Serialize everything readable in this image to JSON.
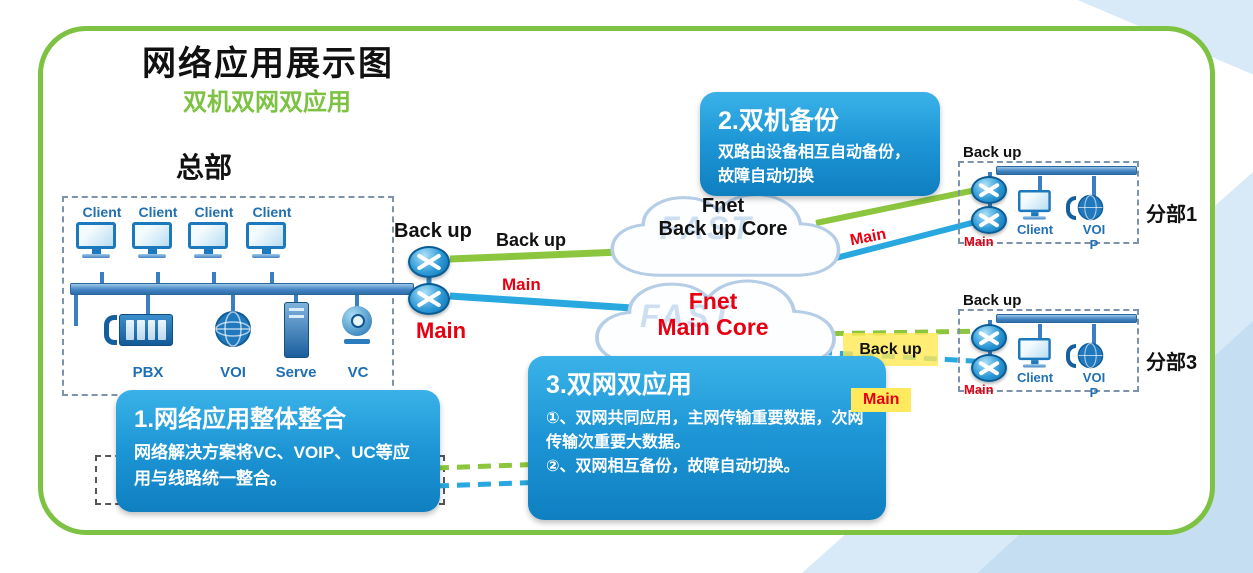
{
  "page": {
    "title": "网络应用展示图",
    "subtitle": "双机双网双应用"
  },
  "hq": {
    "title": "总部",
    "clients": [
      "Client",
      "Client",
      "Client",
      "Client"
    ],
    "devices": {
      "pbx": "PBX",
      "voip": "VOI",
      "server": "Serve",
      "vc": "VC"
    },
    "backup_label": "Back up",
    "main_label": "Main"
  },
  "links": {
    "backup": "Back up",
    "main": "Main",
    "branch1_main": "Main",
    "branch3_backup": "Back up",
    "branch3_main": "Main"
  },
  "clouds": {
    "backup": {
      "name": "Fnet",
      "core": "Back up Core",
      "watermark": "FAST"
    },
    "main": {
      "name": "Fnet",
      "core": "Main Core",
      "watermark": "FAST"
    }
  },
  "branches": [
    {
      "title": "分部1",
      "backup_label": "Back up",
      "main_label": "Main",
      "client": "Client",
      "voip": "VOIP"
    },
    {
      "title": "分部3",
      "backup_label": "Back up",
      "main_label": "Main",
      "client": "Client",
      "voip": "VOIP"
    }
  ],
  "callouts": {
    "c1": {
      "title": "1.网络应用整体整合",
      "body": "网络解决方案将VC、VOIP、UC等应用与线路统一整合。"
    },
    "c2": {
      "title": "2.双机备份",
      "body": "双路由设备相互自动备份，故障自动切换"
    },
    "c3": {
      "title": "3.双网双应用",
      "line1": "①、双网共同应用，主网传输重要数据，次网传输次重要大数据。",
      "line2": "②、双网相互备份，故障自动切换。"
    }
  },
  "colors": {
    "border_green": "#7DC242",
    "line_green": "#8CC63E",
    "line_blue": "#29A8E0",
    "red": "#E60012",
    "label_blue": "#1F6FB5",
    "callout_blue_top": "#36B1E8",
    "callout_blue_bottom": "#0F7FC0",
    "bus_blue": "#3A7FC1",
    "highlight_yellow": "#FFE95C"
  }
}
